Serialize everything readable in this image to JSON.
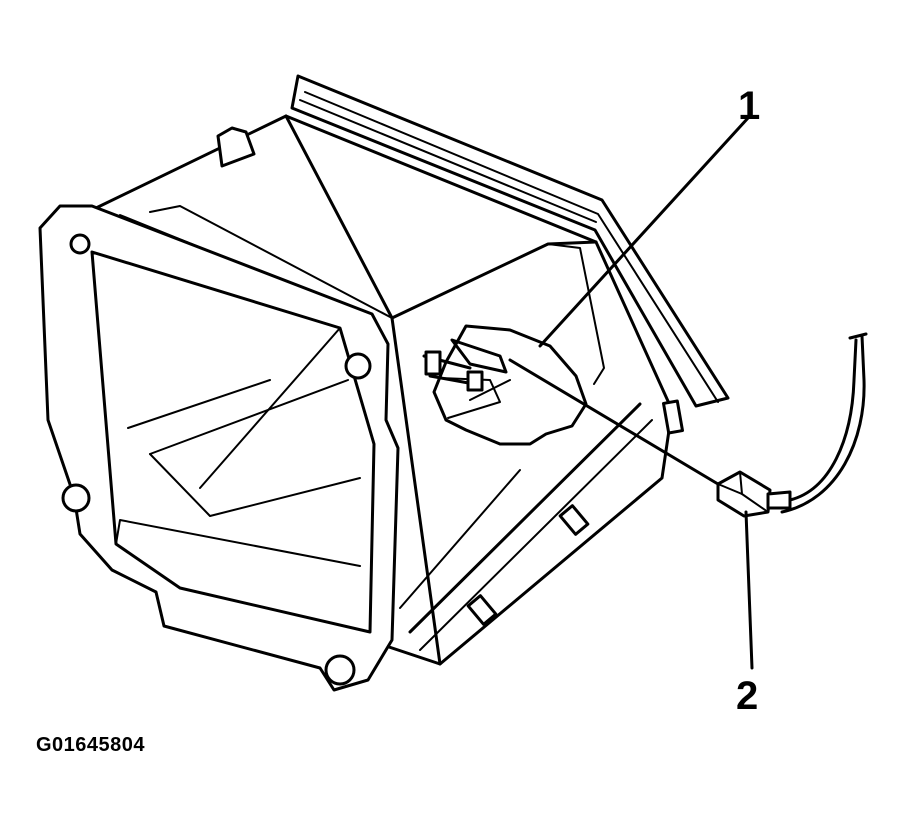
{
  "callouts": [
    {
      "id": "1",
      "label": "1"
    },
    {
      "id": "2",
      "label": "2"
    }
  ],
  "figure_id": "G01645804",
  "colors": {
    "ink": "#000000",
    "paper": "#ffffff"
  }
}
